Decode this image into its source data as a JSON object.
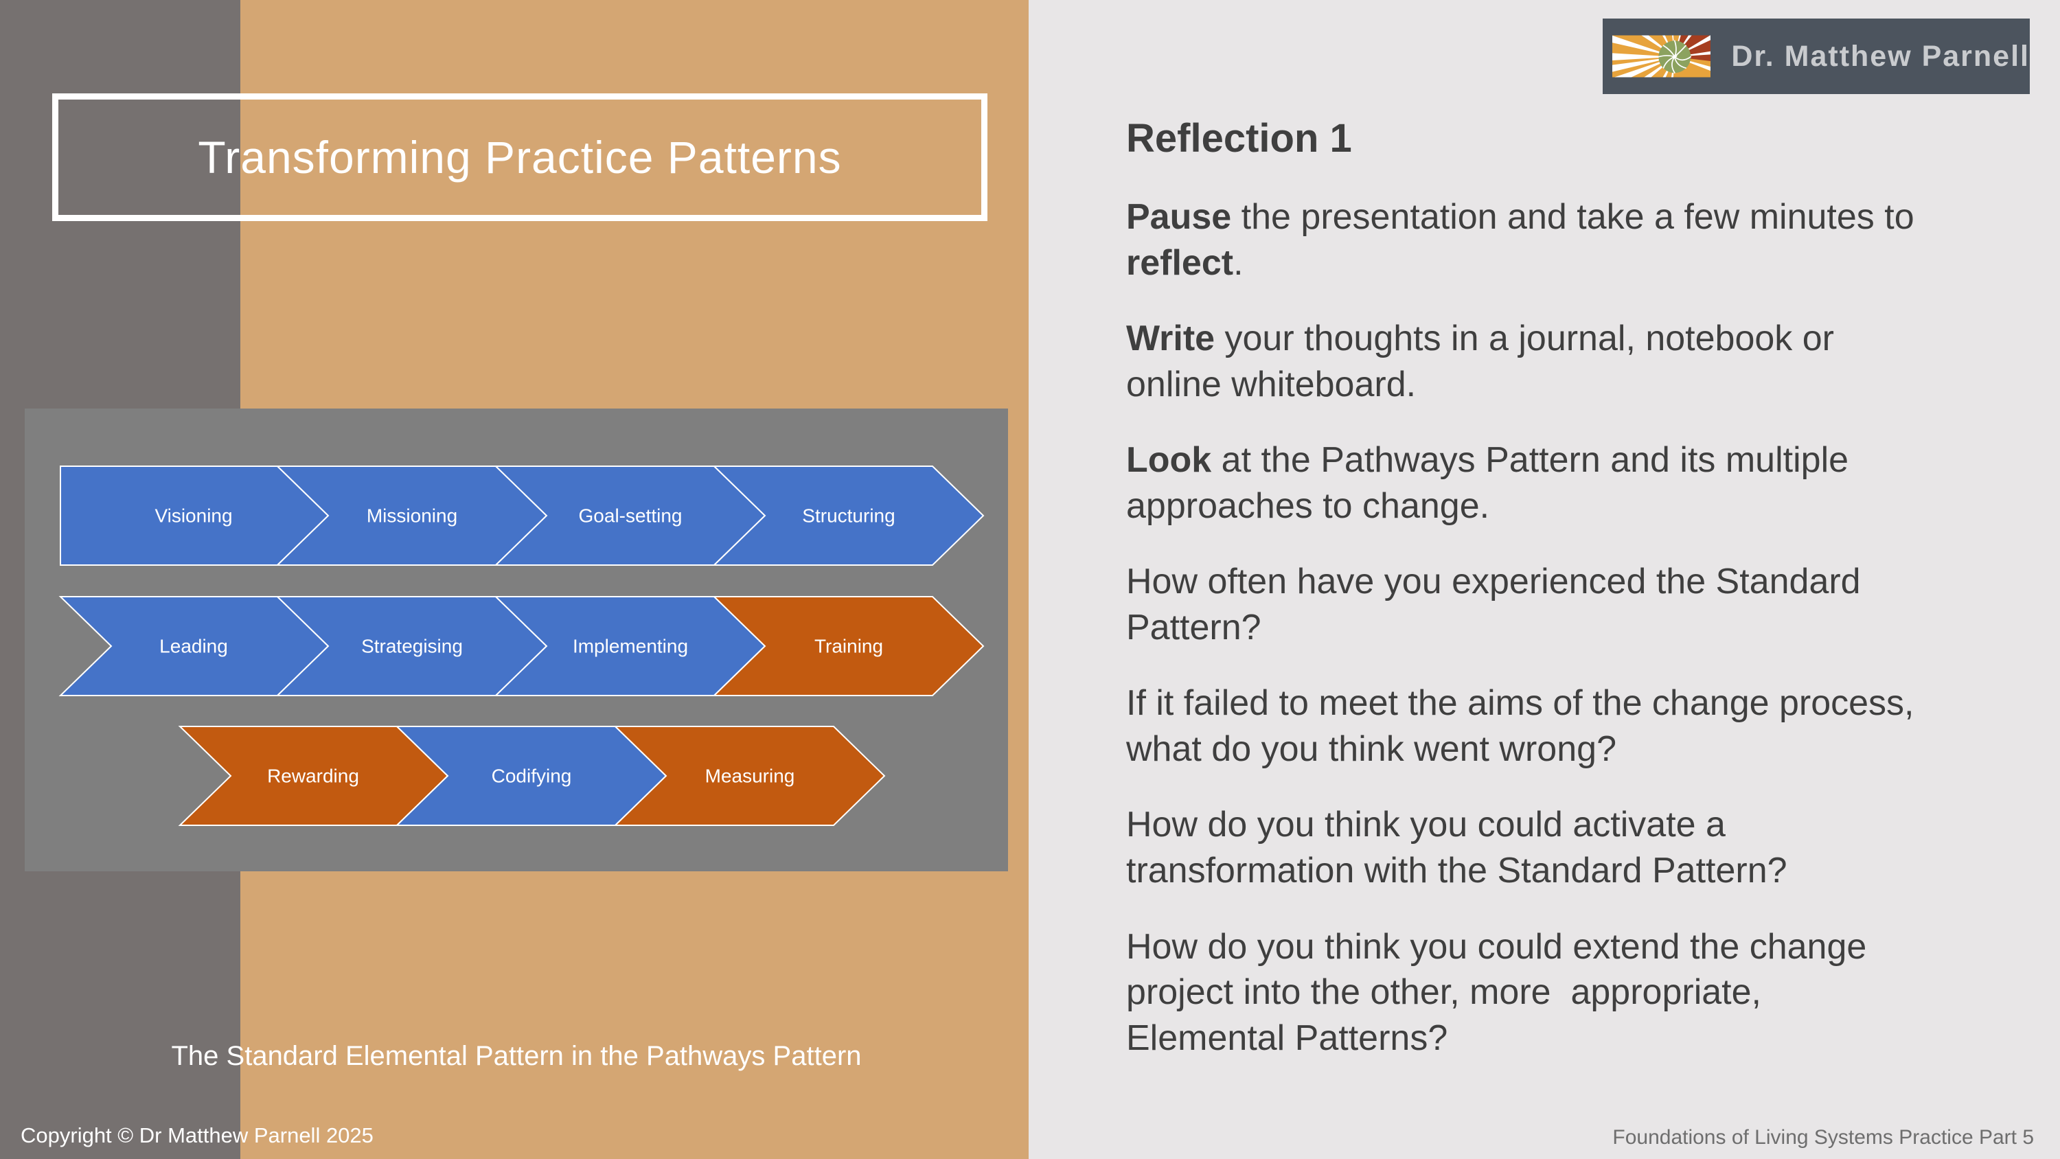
{
  "slide": {
    "title": "Transforming Practice Patterns",
    "caption": "The Standard Elemental Pattern in the Pathways Pattern",
    "copyright": "Copyright © Dr Matthew Parnell 2025",
    "footer": "Foundations of Living Systems Practice Part 5"
  },
  "logo": {
    "name": "Dr. Matthew Parnell",
    "icon": "nautilus-spiral-sunburst"
  },
  "reflection": {
    "heading": "Reflection 1",
    "paragraphs": [
      [
        {
          "t": "Pause",
          "b": true
        },
        {
          "t": " the presentation and take a few minutes to ",
          "b": false
        },
        {
          "t": "reflect",
          "b": true
        },
        {
          "t": ".",
          "b": false
        }
      ],
      [
        {
          "t": "Write",
          "b": true
        },
        {
          "t": " your thoughts in a journal, notebook or online whiteboard.",
          "b": false
        }
      ],
      [
        {
          "t": "Look",
          "b": true
        },
        {
          "t": " at the Pathways Pattern and its multiple approaches to change.",
          "b": false
        }
      ],
      [
        {
          "t": "How often have you experienced the Standard Pattern?",
          "b": false
        }
      ],
      [
        {
          "t": "If it failed to meet the aims of the change process, what do you think went wrong?",
          "b": false
        }
      ],
      [
        {
          "t": "How do you think you could activate a transformation with the Standard Pattern?",
          "b": false
        }
      ],
      [
        {
          "t": "How do you think you could extend the change project into the other, more  appropriate, Elemental Patterns?",
          "b": false
        }
      ]
    ]
  },
  "diagram": {
    "rows": [
      {
        "items": [
          {
            "label": "Visioning",
            "color": "#4573C8"
          },
          {
            "label": "Missioning",
            "color": "#4573C8"
          },
          {
            "label": "Goal-setting",
            "color": "#4573C8"
          },
          {
            "label": "Structuring",
            "color": "#4573C8"
          }
        ]
      },
      {
        "items": [
          {
            "label": "Leading",
            "color": "#4573C8"
          },
          {
            "label": "Strategising",
            "color": "#4573C8"
          },
          {
            "label": "Implementing",
            "color": "#4573C8"
          },
          {
            "label": "Training",
            "color": "#C25A10"
          }
        ]
      },
      {
        "items": [
          {
            "label": "Rewarding",
            "color": "#C25A10"
          },
          {
            "label": "Codifying",
            "color": "#4573C8"
          },
          {
            "label": "Measuring",
            "color": "#C25A10"
          }
        ]
      }
    ]
  },
  "colors": {
    "blue": "#4573C8",
    "orange": "#C25A10",
    "tan_background": "#D4A673",
    "left_band_gray": "#767170",
    "diagram_panel_gray": "#7F7F7F",
    "right_background": "#E8E6E7",
    "logo_bar_slate": "#4C545E",
    "body_text": "#3F3F3F"
  }
}
